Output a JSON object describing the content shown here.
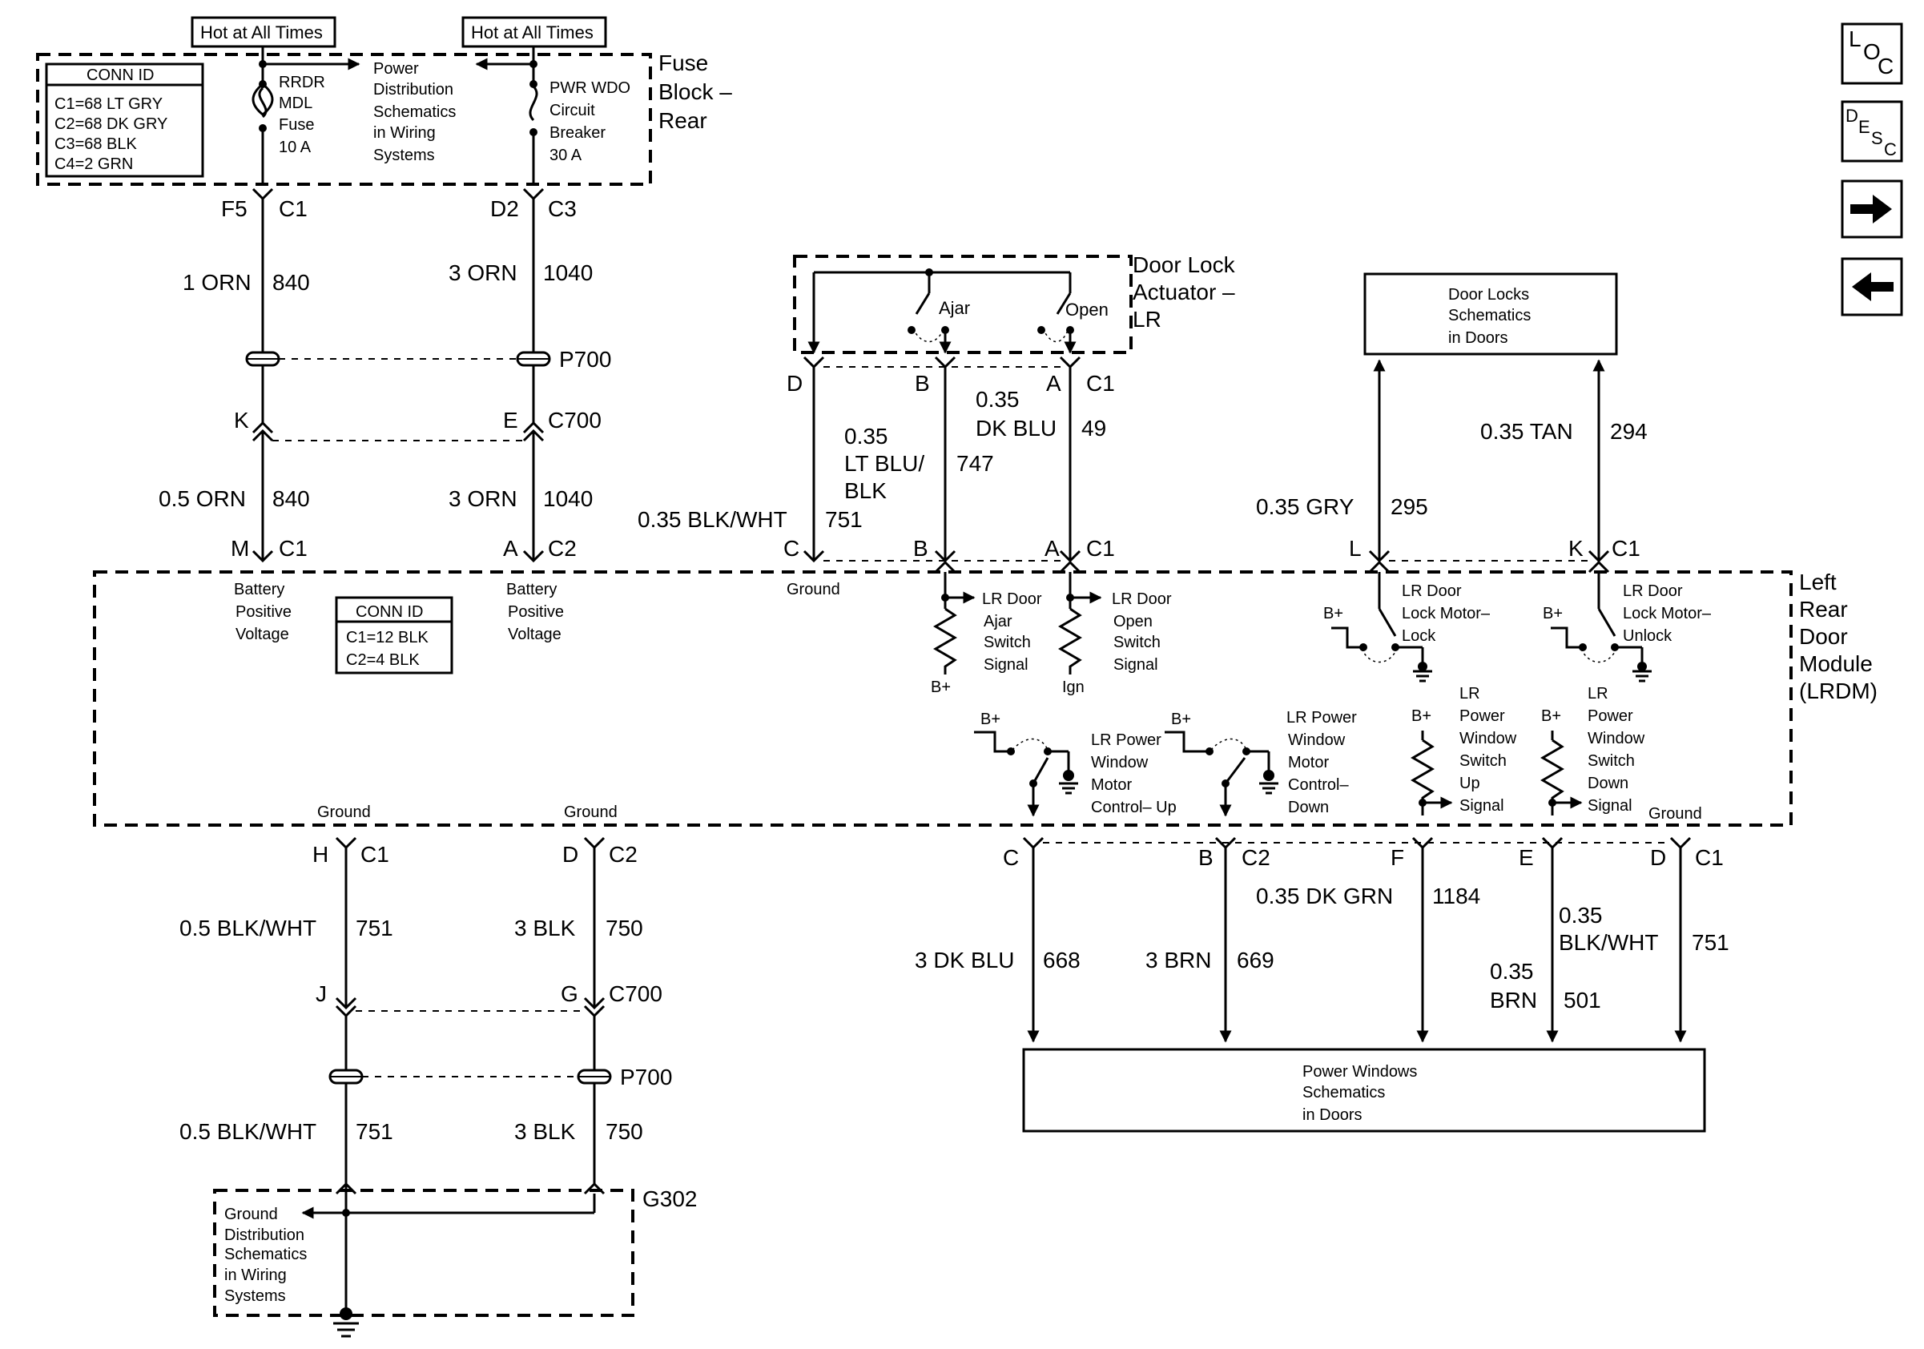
{
  "nav": {
    "loc": [
      "L",
      "O",
      "C"
    ],
    "desc": [
      "D",
      "E",
      "S",
      "C"
    ]
  },
  "fuse_block": {
    "label": [
      "Fuse",
      "Block –",
      "Rear"
    ],
    "conn_id": {
      "title": "CONN ID",
      "rows": [
        "C1=68 LT GRY",
        "C2=68 DK GRY",
        "C3=68 BLK",
        "C4=2 GRN"
      ]
    },
    "hot_left": "Hot at All Times",
    "hot_right": "Hot at All Times",
    "fuse_label": [
      "RRDR",
      "MDL",
      "Fuse",
      "10 A"
    ],
    "pds_label": [
      "Power",
      "Distribution",
      "Schematics",
      "in Wiring",
      "Systems"
    ],
    "breaker_label": [
      "PWR WDO",
      "Circuit",
      "Breaker",
      "30 A"
    ]
  },
  "upper_left": {
    "f5": "F5",
    "c1": "C1",
    "d2": "D2",
    "c3": "C3",
    "w1": "1 ORN",
    "w1n": "840",
    "w2": "3 ORN",
    "w2n": "1040",
    "p700": "P700",
    "k": "K",
    "e": "E",
    "c700": "C700",
    "w3": "0.5 ORN",
    "w3n": "840",
    "w4": "3 ORN",
    "w4n": "1040",
    "m": "M",
    "mc": "C1",
    "a": "A",
    "ac": "C2"
  },
  "actuator": {
    "label": [
      "Door Lock",
      "Actuator –",
      "LR"
    ],
    "ajar": "Ajar",
    "open": "Open",
    "d": "D",
    "b": "B",
    "a": "A",
    "c1": "C1",
    "w_ltblu": [
      "0.35",
      "LT BLU/",
      "BLK"
    ],
    "w_ltblu_n": "747",
    "w_dkblu": [
      "0.35",
      "DK BLU"
    ],
    "w_dkblu_n": "49",
    "w_blkwht": "0.35 BLK/WHT",
    "w_blkwht_n": "751",
    "c": "C",
    "b2": "B",
    "a2": "A",
    "c1b": "C1"
  },
  "door_locks": {
    "box": [
      "Door Locks",
      "Schematics",
      "in Doors"
    ],
    "w_tan": "0.35 TAN",
    "w_tan_n": "294",
    "w_gry": "0.35 GRY",
    "w_gry_n": "295",
    "l": "L",
    "k": "K",
    "c1": "C1"
  },
  "module": {
    "label": [
      "Left",
      "Rear",
      "Door",
      "Module",
      "(LRDM)"
    ],
    "conn_id": {
      "title": "CONN ID",
      "rows": [
        "C1=12 BLK",
        "C2=4 BLK"
      ]
    },
    "bpv": [
      "Battery",
      "Positive",
      "Voltage"
    ],
    "ground": "Ground",
    "ajar_sig": [
      "LR Door",
      "Ajar",
      "Switch",
      "Signal"
    ],
    "open_sig": [
      "LR Door",
      "Open",
      "Switch",
      "Signal"
    ],
    "bplus": "B+",
    "ign": "Ign",
    "lock": [
      "LR Door",
      "Lock Motor–",
      "Lock"
    ],
    "unlock": [
      "LR Door",
      "Lock Motor–",
      "Unlock"
    ],
    "pw_up": [
      "LR Power",
      "Window",
      "Motor",
      "Control– Up"
    ],
    "pw_down": [
      "LR Power",
      "Window",
      "Motor",
      "Control–",
      "Down"
    ],
    "sw_up": [
      "LR",
      "Power",
      "Window",
      "Switch",
      "Up",
      "Signal"
    ],
    "sw_down": [
      "LR",
      "Power",
      "Window",
      "Switch",
      "Down",
      "Signal"
    ]
  },
  "lower_left": {
    "h": "H",
    "hc": "C1",
    "d": "D",
    "dc": "C2",
    "w1": "0.5 BLK/WHT",
    "w1n": "751",
    "w2": "3 BLK",
    "w2n": "750",
    "j": "J",
    "g": "G",
    "c700": "C700",
    "p700": "P700",
    "w3": "0.5 BLK/WHT",
    "w3n": "751",
    "w4": "3 BLK",
    "w4n": "750",
    "g302": "G302",
    "gds": [
      "Ground",
      "Distribution",
      "Schematics",
      "in Wiring",
      "Systems"
    ]
  },
  "lower_right": {
    "c": "C",
    "b": "B",
    "c2": "C2",
    "f": "F",
    "e": "E",
    "d": "D",
    "c1": "C1",
    "w_dkblu": "3 DK BLU",
    "w_dkblu_n": "668",
    "w_brn": "3 BRN",
    "w_brn_n": "669",
    "w_dkgrn": "0.35 DK GRN",
    "w_dkgrn_n": "1184",
    "w_blkwht": [
      "0.35",
      "BLK/WHT"
    ],
    "w_blkwht_n": "751",
    "w_brn2": [
      "0.35",
      "BRN"
    ],
    "w_brn2_n": "501",
    "box": [
      "Power Windows",
      "Schematics",
      "in Doors"
    ]
  }
}
